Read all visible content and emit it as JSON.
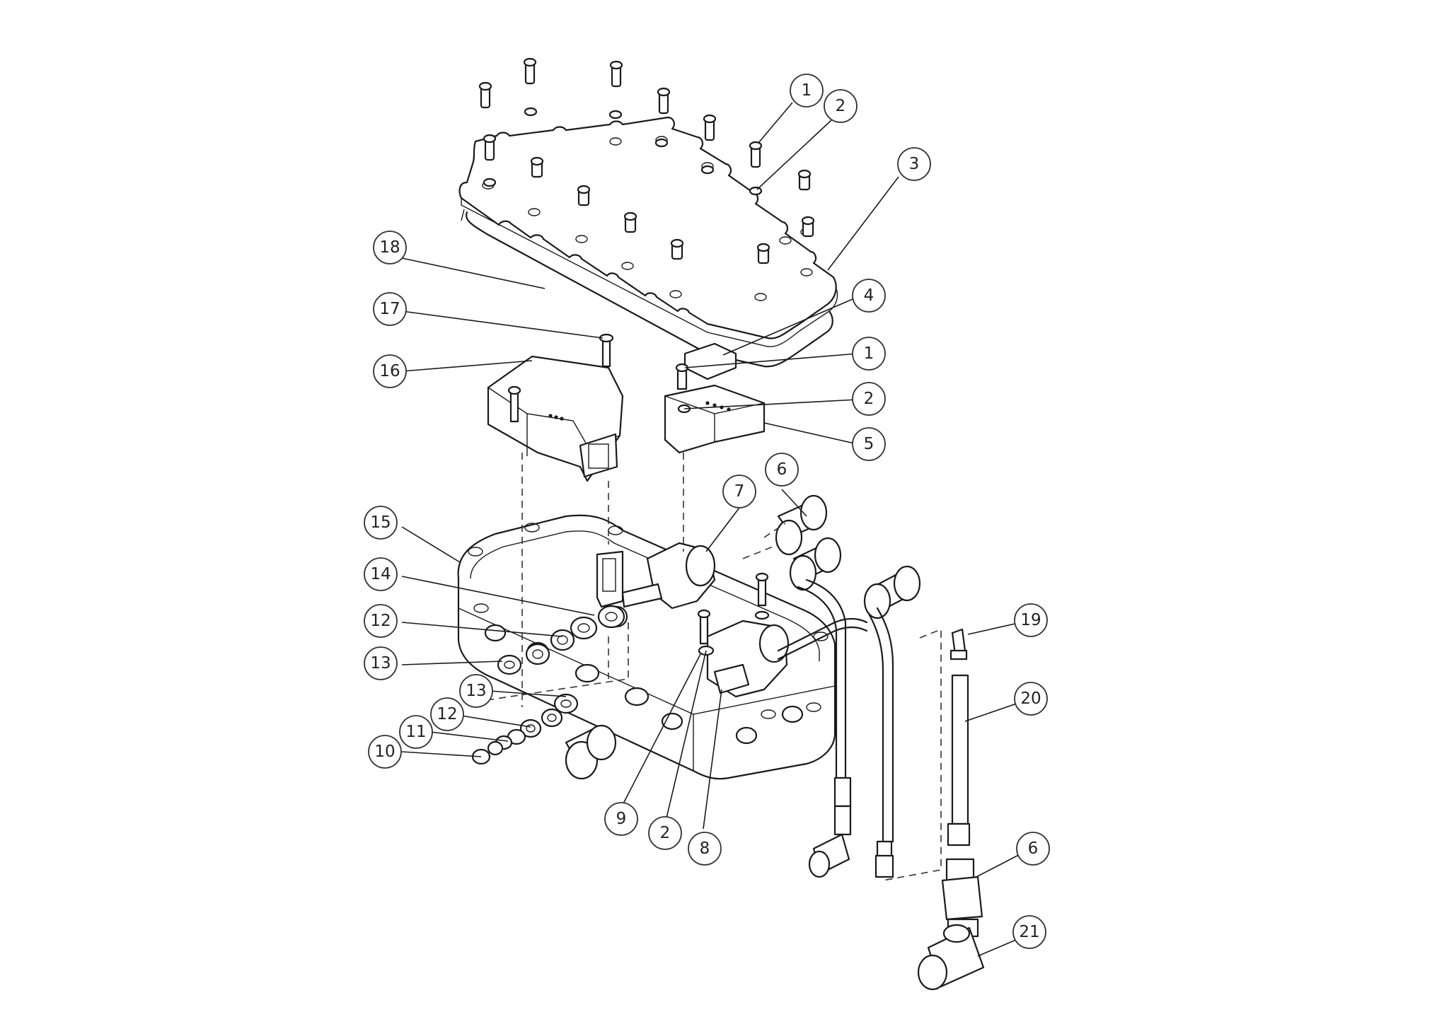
{
  "diagram": {
    "callouts": [
      {
        "id": "c1a",
        "label": "1"
      },
      {
        "id": "c2a",
        "label": "2"
      },
      {
        "id": "c3",
        "label": "3"
      },
      {
        "id": "c18",
        "label": "18"
      },
      {
        "id": "c4",
        "label": "4"
      },
      {
        "id": "c17",
        "label": "17"
      },
      {
        "id": "c1b",
        "label": "1"
      },
      {
        "id": "c16",
        "label": "16"
      },
      {
        "id": "c2b",
        "label": "2"
      },
      {
        "id": "c5",
        "label": "5"
      },
      {
        "id": "c6a",
        "label": "6"
      },
      {
        "id": "c7",
        "label": "7"
      },
      {
        "id": "c15",
        "label": "15"
      },
      {
        "id": "c14",
        "label": "14"
      },
      {
        "id": "c19",
        "label": "19"
      },
      {
        "id": "c12a",
        "label": "12"
      },
      {
        "id": "c13a",
        "label": "13"
      },
      {
        "id": "c20",
        "label": "20"
      },
      {
        "id": "c13b",
        "label": "13"
      },
      {
        "id": "c12b",
        "label": "12"
      },
      {
        "id": "c11",
        "label": "11"
      },
      {
        "id": "c10",
        "label": "10"
      },
      {
        "id": "c9",
        "label": "9"
      },
      {
        "id": "c2c",
        "label": "2"
      },
      {
        "id": "c8",
        "label": "8"
      },
      {
        "id": "c6b",
        "label": "6"
      },
      {
        "id": "c21",
        "label": "21"
      }
    ]
  }
}
